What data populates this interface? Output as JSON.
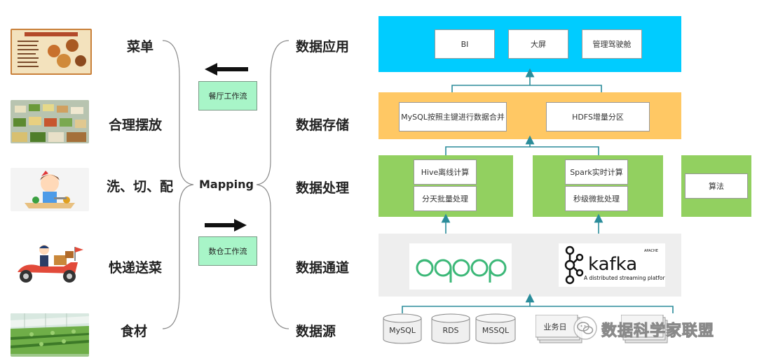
{
  "left": {
    "items": [
      {
        "label": "菜单",
        "icon": "menu-board-image"
      },
      {
        "label": "合理摆放",
        "icon": "food-display-image"
      },
      {
        "label": "洗、切、配",
        "icon": "cook-prep-image"
      },
      {
        "label": "快递送菜",
        "icon": "delivery-scooter-image"
      },
      {
        "label": "食材",
        "icon": "greenhouse-image"
      }
    ]
  },
  "center": {
    "mapping": "Mapping",
    "restaurant_flow": "餐厅工作流",
    "warehouse_flow": "数仓工作流"
  },
  "layers": {
    "labels": [
      "数据应用",
      "数据存储",
      "数据处理",
      "数据通道",
      "数据源"
    ],
    "app": {
      "items": [
        "BI",
        "大屏",
        "管理驾驶舱"
      ],
      "color": "#00ccff"
    },
    "storage": {
      "items": [
        "MySQL按照主键进行数据合并",
        "HDFS增量分区"
      ],
      "color": "#ffc864"
    },
    "processing": {
      "offline": [
        "Hive离线计算",
        "分天批量处理"
      ],
      "realtime": [
        "Spark实时计算",
        "秒级微批处理"
      ],
      "algorithm": "算法",
      "color": "#92d060"
    },
    "channel": {
      "sqoop": "sqoop",
      "kafka": "kafka",
      "kafka_apache": "APACHE",
      "kafka_tagline": "A distributed streaming platform",
      "color": "#eeeeee"
    },
    "sources": [
      "MySQL",
      "RDS",
      "MSSQL",
      "业务日"
    ]
  },
  "watermark": "数据科学家联盟"
}
